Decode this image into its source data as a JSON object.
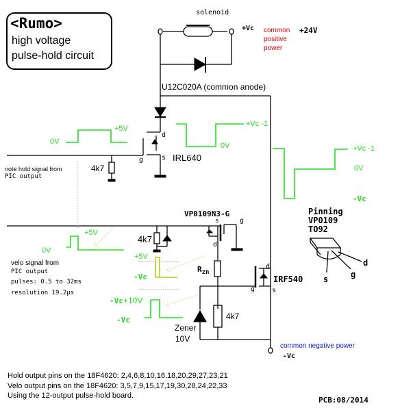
{
  "title_box": {
    "heading": "<Rumo>",
    "line1": "high voltage",
    "line2": "pulse-hold circuit"
  },
  "solenoid": {
    "label": "solenoid"
  },
  "power": {
    "positive_terminal": "+Vc",
    "positive_desc_line1": "common",
    "positive_desc_line2": "positive",
    "positive_desc_line3": "power",
    "positive_voltage": "+24V",
    "negative_desc": "common negative power",
    "negative_terminal": "-Vc"
  },
  "components": {
    "diode_array": "U12C020A  (common anode)",
    "mosfet_hold": "IRL640",
    "mosfet_hold_pins": {
      "d": "d",
      "g": "g",
      "s": "s"
    },
    "resistor_hold": "4k7",
    "pmos": "VP0109N3-G",
    "pmos_pins": {
      "s": "s",
      "g": "g",
      "d": "d"
    },
    "resistor_velo": "4k7",
    "rzn_main": "R",
    "rzn_sub": "zn",
    "mosfet_main": "IRF540",
    "mosfet_main_pins": {
      "d": "d",
      "g": "g",
      "s": "s"
    },
    "resistor_bottom": "4k7",
    "zener_line1": "Zener",
    "zener_line2": "10V"
  },
  "signals": {
    "hold_low": "0V",
    "hold_high": "+5V",
    "hold_desc_line1": "note hold signal from",
    "hold_desc_line2": "PIC output",
    "drain_high": "+Vc -1",
    "drain_low": "0V",
    "out_high": "+Vc -1",
    "out_mid": "0V",
    "out_low": "-Vc",
    "velo_low": "0V",
    "velo_high": "+5V",
    "velo_desc_line1": "velo signal from",
    "velo_desc_line2": "PIC output",
    "velo_desc_line3": "pulses: 0.5 to 32ms",
    "velo_desc_line4": "resolution 19.2µs",
    "pd_high": "+5V",
    "pd_low": "-Vc",
    "gate_high_a": "-Vc",
    "gate_high_b": "+10V",
    "gate_low": "-Vc"
  },
  "pinning": {
    "title_line1": "Pinning",
    "title_line2": "VP0109",
    "title_line3": "TO92",
    "pin_d": "d",
    "pin_g": "g",
    "pin_s": "s"
  },
  "notes": {
    "line1": "Hold output pins on the 18F4620: 2,4,6,8,10,16,18,20,29,27,23,21",
    "line2": "Velo output pins on the 18F4620: 3,5,7,9,15,17,19,30,28,24,22,33",
    "line3": "Using the 12-output pulse-hold board.",
    "pcb": "PCB:08/2014"
  }
}
